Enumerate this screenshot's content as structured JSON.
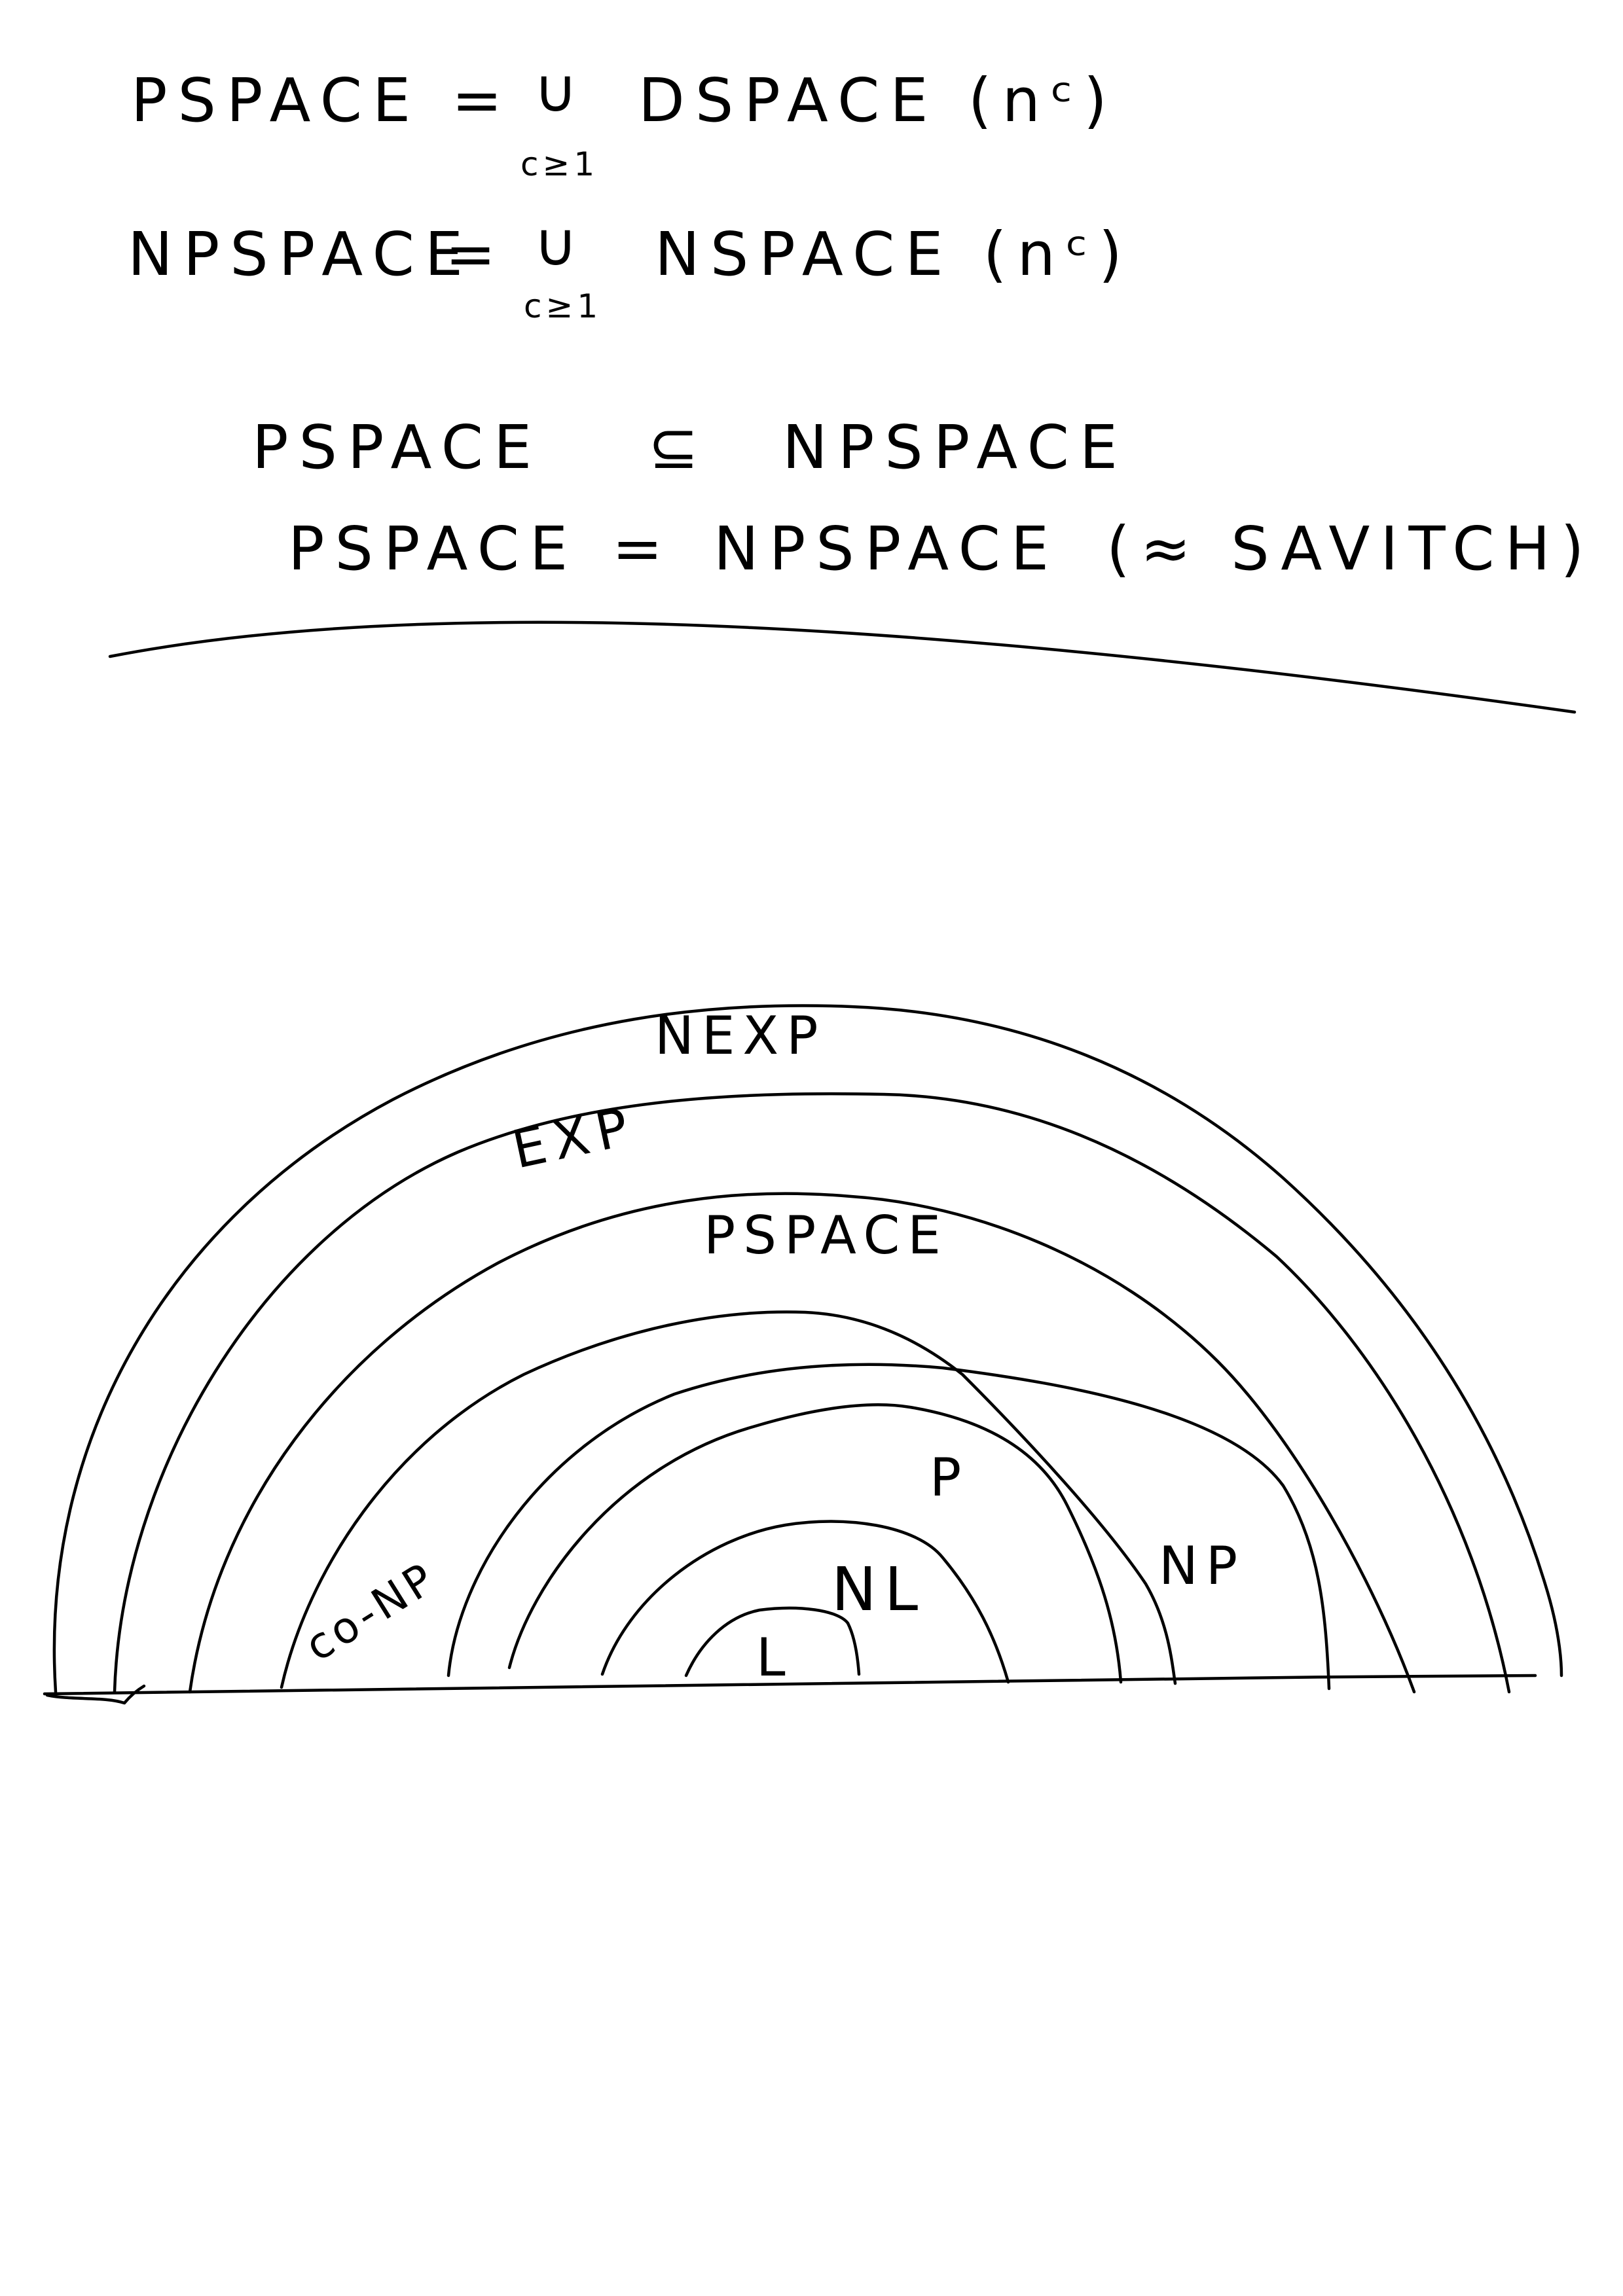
{
  "definitions": {
    "pspace_def": {
      "lhs": "PSPACE",
      "op": "=",
      "union": "∪",
      "union_sub": "c≥1",
      "rhs": "DSPACE (nᶜ)"
    },
    "npspace_def": {
      "lhs": "NPSPACE",
      "op": "=",
      "union": "∪",
      "union_sub": "c≥1",
      "rhs": "NSPACE (nᶜ)"
    }
  },
  "relations": {
    "subset": {
      "lhs": "PSPACE",
      "op": "⊆",
      "rhs": "NPSPACE"
    },
    "equality": {
      "lhs": "PSPACE",
      "op": "=",
      "rhs": "NPSPACE",
      "note": "(≈ SAVITCH)"
    }
  },
  "diagram": {
    "labels": {
      "nexp": "NEXP",
      "exp": "EXP",
      "pspace": "PSPACE",
      "conp": "co-NP",
      "np": "NP",
      "p": "P",
      "nl": "NL",
      "l": "L"
    }
  }
}
